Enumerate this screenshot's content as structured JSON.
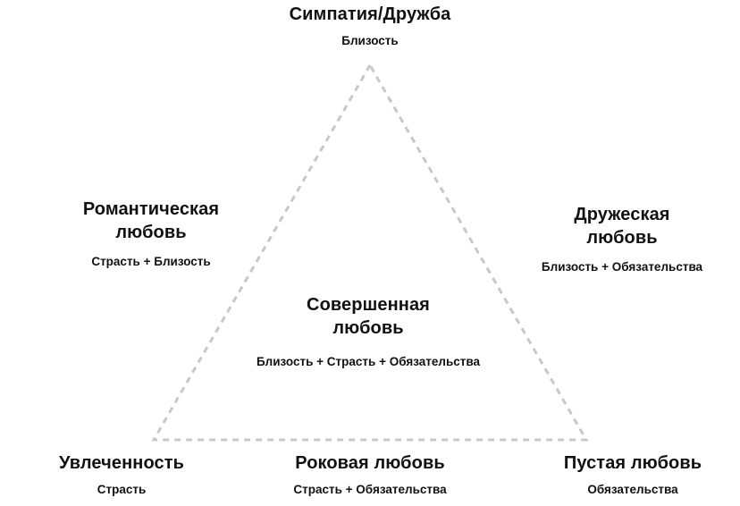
{
  "colors": {
    "text": "#111111",
    "triangle_stroke": "#c8c8c8",
    "background": "#ffffff"
  },
  "nodes": {
    "top": {
      "title": "Симпатия/Дружба",
      "subtitle": "Близость"
    },
    "romantic": {
      "title_line1": "Романтическая",
      "title_line2": "любовь",
      "subtitle": "Страсть + Близость"
    },
    "companionate": {
      "title_line1": "Дружеская",
      "title_line2": "любовь",
      "subtitle": "Близость + Обязательства"
    },
    "consummate": {
      "title_line1": "Совершенная",
      "title_line2": "любовь",
      "subtitle": "Близость + Страсть + Обязательства"
    },
    "infatuation": {
      "title": "Увлеченность",
      "subtitle": "Страсть"
    },
    "fatuous": {
      "title": "Роковая любовь",
      "subtitle": "Страсть + Обязательства"
    },
    "empty": {
      "title": "Пустая любовь",
      "subtitle": "Обязательства"
    }
  }
}
